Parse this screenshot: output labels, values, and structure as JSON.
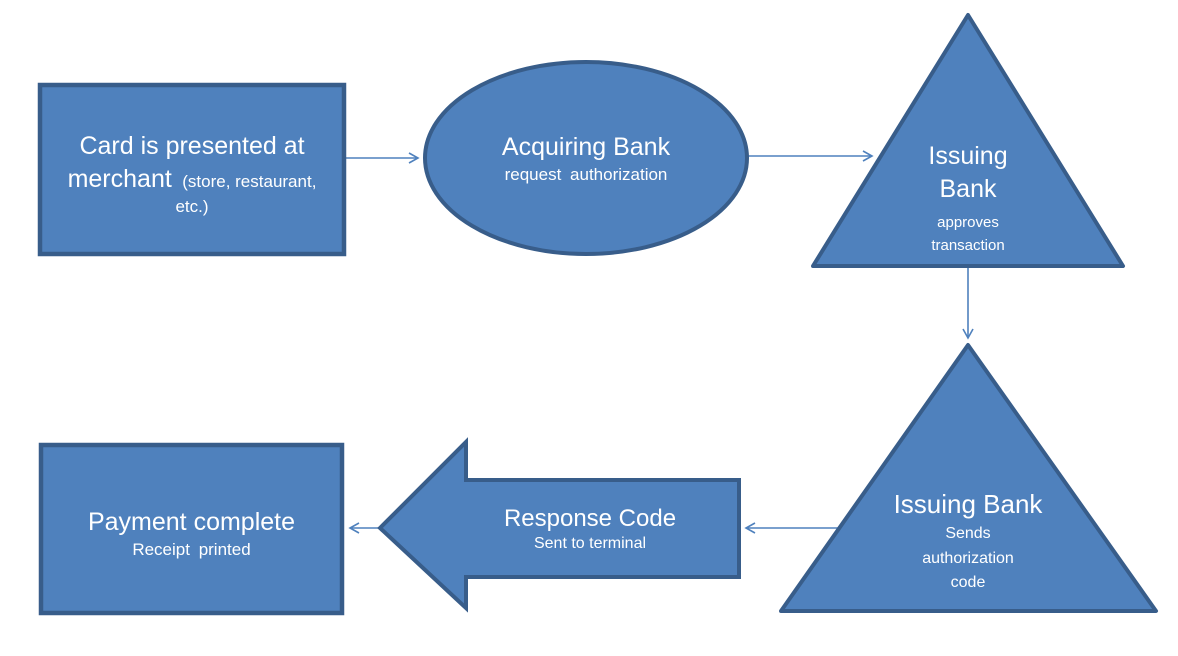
{
  "diagram_type": "payment-card-authorization-flowchart",
  "colors": {
    "shape_fill": "#4F81BD",
    "shape_border": "#385D8A",
    "connector": "#4F81BD",
    "text": "#FFFFFF",
    "background": "#FFFFFF"
  },
  "nodes": {
    "merchant": {
      "shape": "rectangle",
      "title": "Card is presented at merchant",
      "note": "(store, restaurant, etc.)"
    },
    "acquiring_bank": {
      "shape": "ellipse",
      "title": "Acquiring Bank",
      "subtitle": "request authorization"
    },
    "issuing_bank_approves": {
      "shape": "triangle",
      "title": "Issuing Bank",
      "subtitle": "approves transaction"
    },
    "issuing_bank_sends": {
      "shape": "triangle",
      "title": "Issuing Bank",
      "subtitle": "Sends authorization code"
    },
    "response_code": {
      "shape": "left-block-arrow",
      "title": "Response Code",
      "subtitle": "Sent to terminal"
    },
    "payment_complete": {
      "shape": "rectangle",
      "title": "Payment complete",
      "subtitle": "Receipt printed"
    }
  },
  "connectors": [
    {
      "from": "merchant",
      "to": "acquiring_bank",
      "direction": "right"
    },
    {
      "from": "acquiring_bank",
      "to": "issuing_bank_approves",
      "direction": "right"
    },
    {
      "from": "issuing_bank_approves",
      "to": "issuing_bank_sends",
      "direction": "down"
    },
    {
      "from": "issuing_bank_sends",
      "to": "response_code",
      "direction": "left"
    },
    {
      "from": "response_code",
      "to": "payment_complete",
      "direction": "left"
    }
  ]
}
